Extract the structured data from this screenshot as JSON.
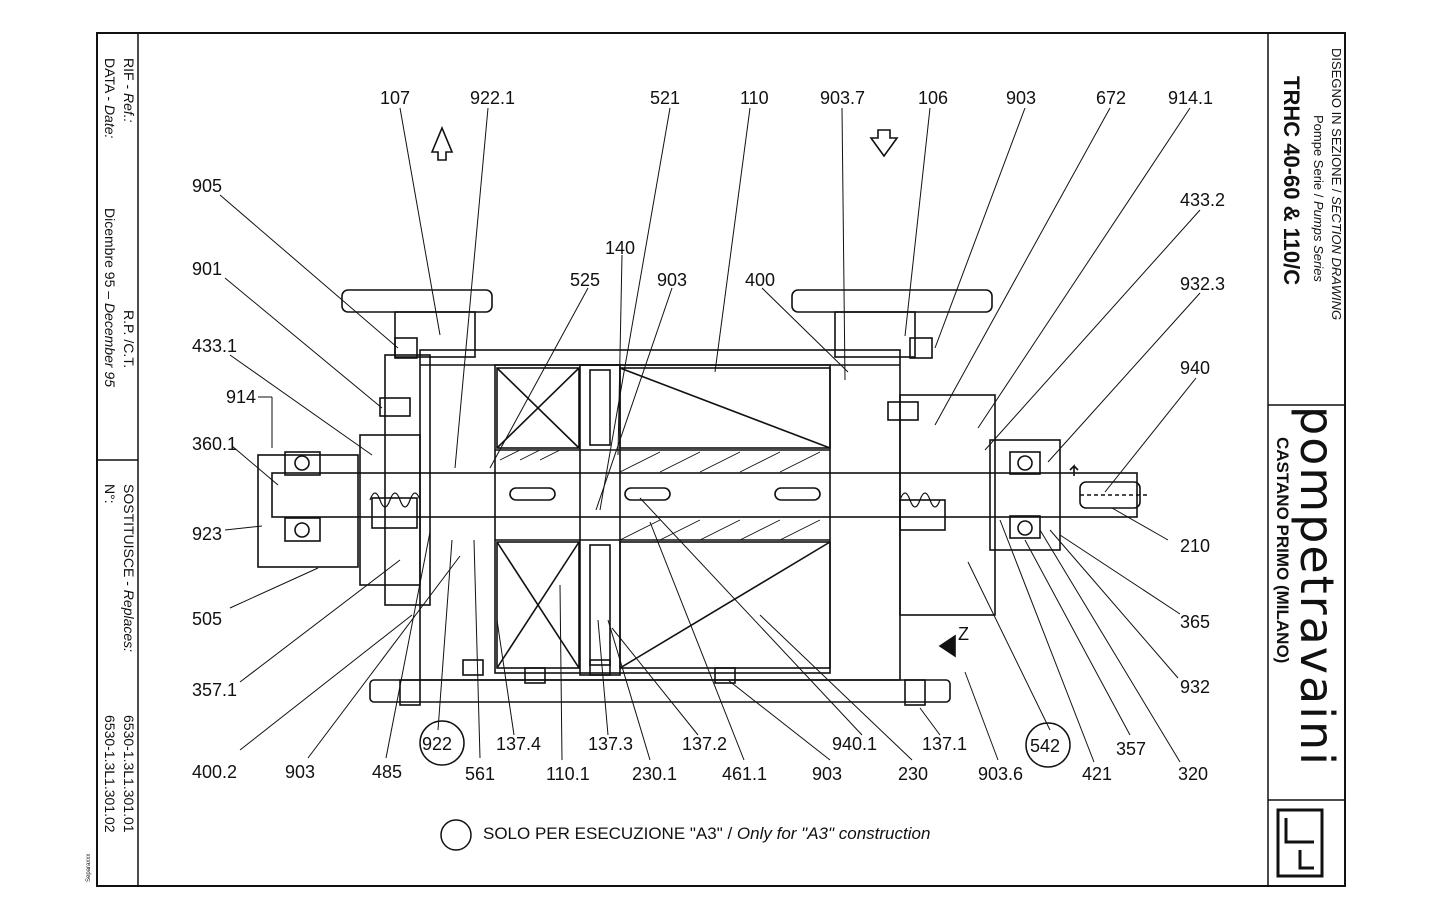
{
  "title_block": {
    "drawing_type": "DISEGNO IN SEZIONE",
    "drawing_type_en": "SECTION DRAWING",
    "series_label": "Pompe Serie",
    "series_label_en": "Pumps Series",
    "model": "TRHC 40-60 & 110/C",
    "company": "pompetravaini",
    "location": "CASTANO PRIMO (MILANO)",
    "logo_name": "travaini-logo"
  },
  "info_block": {
    "ref_label": "RIF - ",
    "ref_label_en": "Ref.:",
    "ref_value": "R.P. /C.T.",
    "date_label": "DATA - ",
    "date_label_en": "Date:",
    "date_value": "Dicembre 95 – ",
    "date_value_en": "December 95",
    "replaces_label": "SOSTITUISCE - ",
    "replaces_label_en": "Replaces:",
    "replaces_value": "6530-1.3L1.301.01",
    "number_label": "N°:",
    "number_value": "6530-1.3L1.301.02",
    "stamp": "Separaxxx"
  },
  "note": {
    "text": "SOLO PER ESECUZIONE \"A3\" / ",
    "text_en": "Only for \"A3\" construction"
  },
  "part_labels": [
    "107",
    "922.1",
    "521",
    "110",
    "903.7",
    "106",
    "903",
    "672",
    "914.1",
    "905",
    "433.2",
    "140",
    "901",
    "525",
    "903",
    "400",
    "932.3",
    "433.1",
    "940",
    "914",
    "360.1",
    "923",
    "210",
    "505",
    "365",
    "357.1",
    "932",
    "922",
    "542",
    "400.2",
    "903",
    "485",
    "561",
    "137.4",
    "110.1",
    "137.3",
    "230.1",
    "137.2",
    "461.1",
    "903",
    "940.1",
    "230",
    "137.1",
    "903.6",
    "421",
    "357",
    "320",
    "Z"
  ]
}
